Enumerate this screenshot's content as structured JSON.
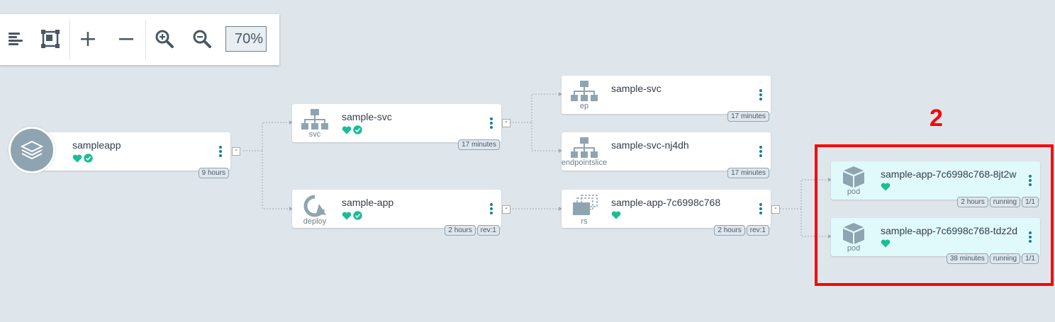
{
  "toolbar": {
    "zoom_value": "70%"
  },
  "app_node": {
    "name": "sampleapp",
    "tags": [
      "9 hours"
    ]
  },
  "svc_node": {
    "name": "sample-svc",
    "kind": "svc",
    "tags": [
      "17 minutes"
    ]
  },
  "deploy_node": {
    "name": "sample-app",
    "kind": "deploy",
    "tags": [
      "2 hours",
      "rev:1"
    ]
  },
  "ep_node": {
    "name": "sample-svc",
    "kind": "ep",
    "tags": [
      "17 minutes"
    ]
  },
  "eps_node": {
    "name": "sample-svc-nj4dh",
    "kind": "endpointslice",
    "tags": [
      "17 minutes"
    ]
  },
  "rs_node": {
    "name": "sample-app-7c6998c768",
    "kind": "rs",
    "tags": [
      "2 hours",
      "rev:1"
    ]
  },
  "pod1": {
    "name": "sample-app-7c6998c768-8jt2w",
    "kind": "pod",
    "tags": [
      "2 hours",
      "running",
      "1/1"
    ]
  },
  "pod2": {
    "name": "sample-app-7c6998c768-tdz2d",
    "kind": "pod",
    "tags": [
      "38 minutes",
      "running",
      "1/1"
    ]
  },
  "annotation": {
    "label": "2",
    "color": "#ff0000"
  },
  "colors": {
    "healthy": "#18be94",
    "background": "#dee6ec",
    "pod_bg": "#e0fafc",
    "icon": "#8fa4b1"
  }
}
